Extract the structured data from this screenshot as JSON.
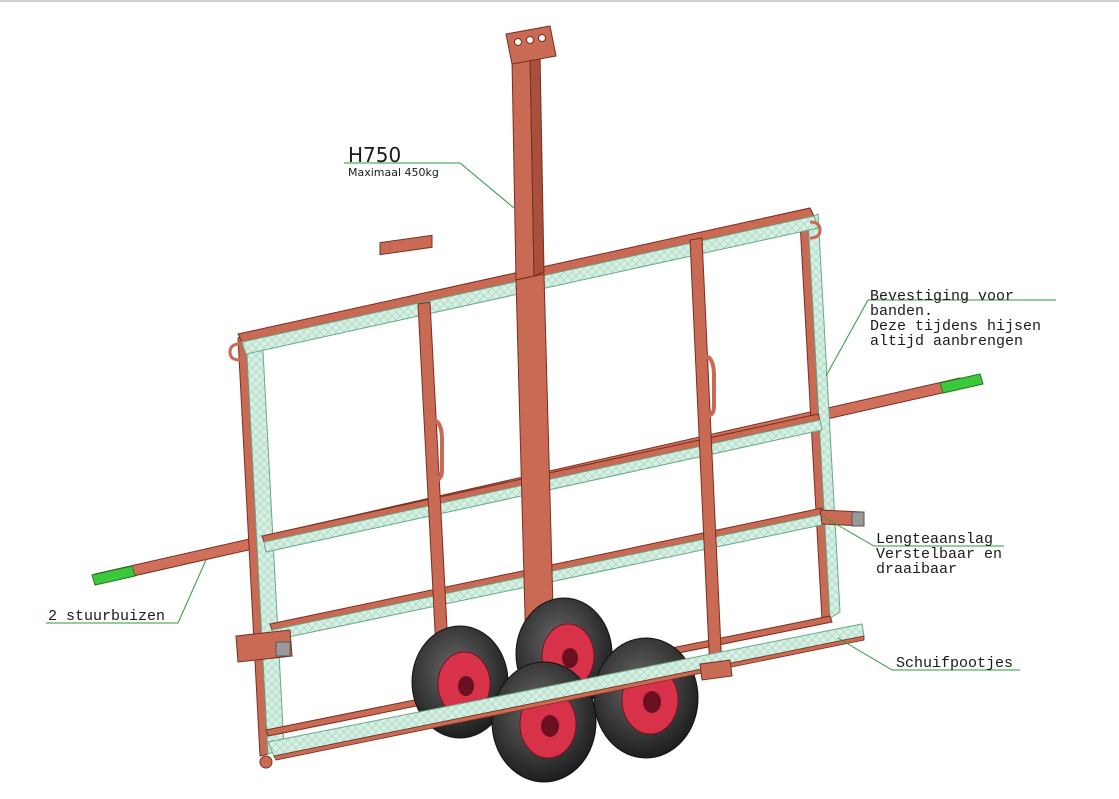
{
  "model": {
    "name": "H750",
    "capacity": "Maximaal 450kg"
  },
  "callouts": {
    "bevestiging": [
      "Bevestiging voor",
      "banden.",
      "Deze tijdens hijsen",
      "altijd aanbrengen"
    ],
    "lengteaanslag": [
      "Lengteaanslag",
      "Verstelbaar en",
      "draaibaar"
    ],
    "schuifpootjes": [
      "Schuifpootjes"
    ],
    "stuurbuizen": [
      "2 stuurbuizen"
    ]
  },
  "colors": {
    "frame_steel": "#c96a55",
    "frame_edge": "#7a2e1f",
    "mesh_panel": "#d4efe2",
    "mesh_edge": "#6aa88a",
    "leader_line": "#2e9a3a",
    "grip": "#3cc83c",
    "tire": "#3a3a3a",
    "hub": "#d8324a"
  }
}
